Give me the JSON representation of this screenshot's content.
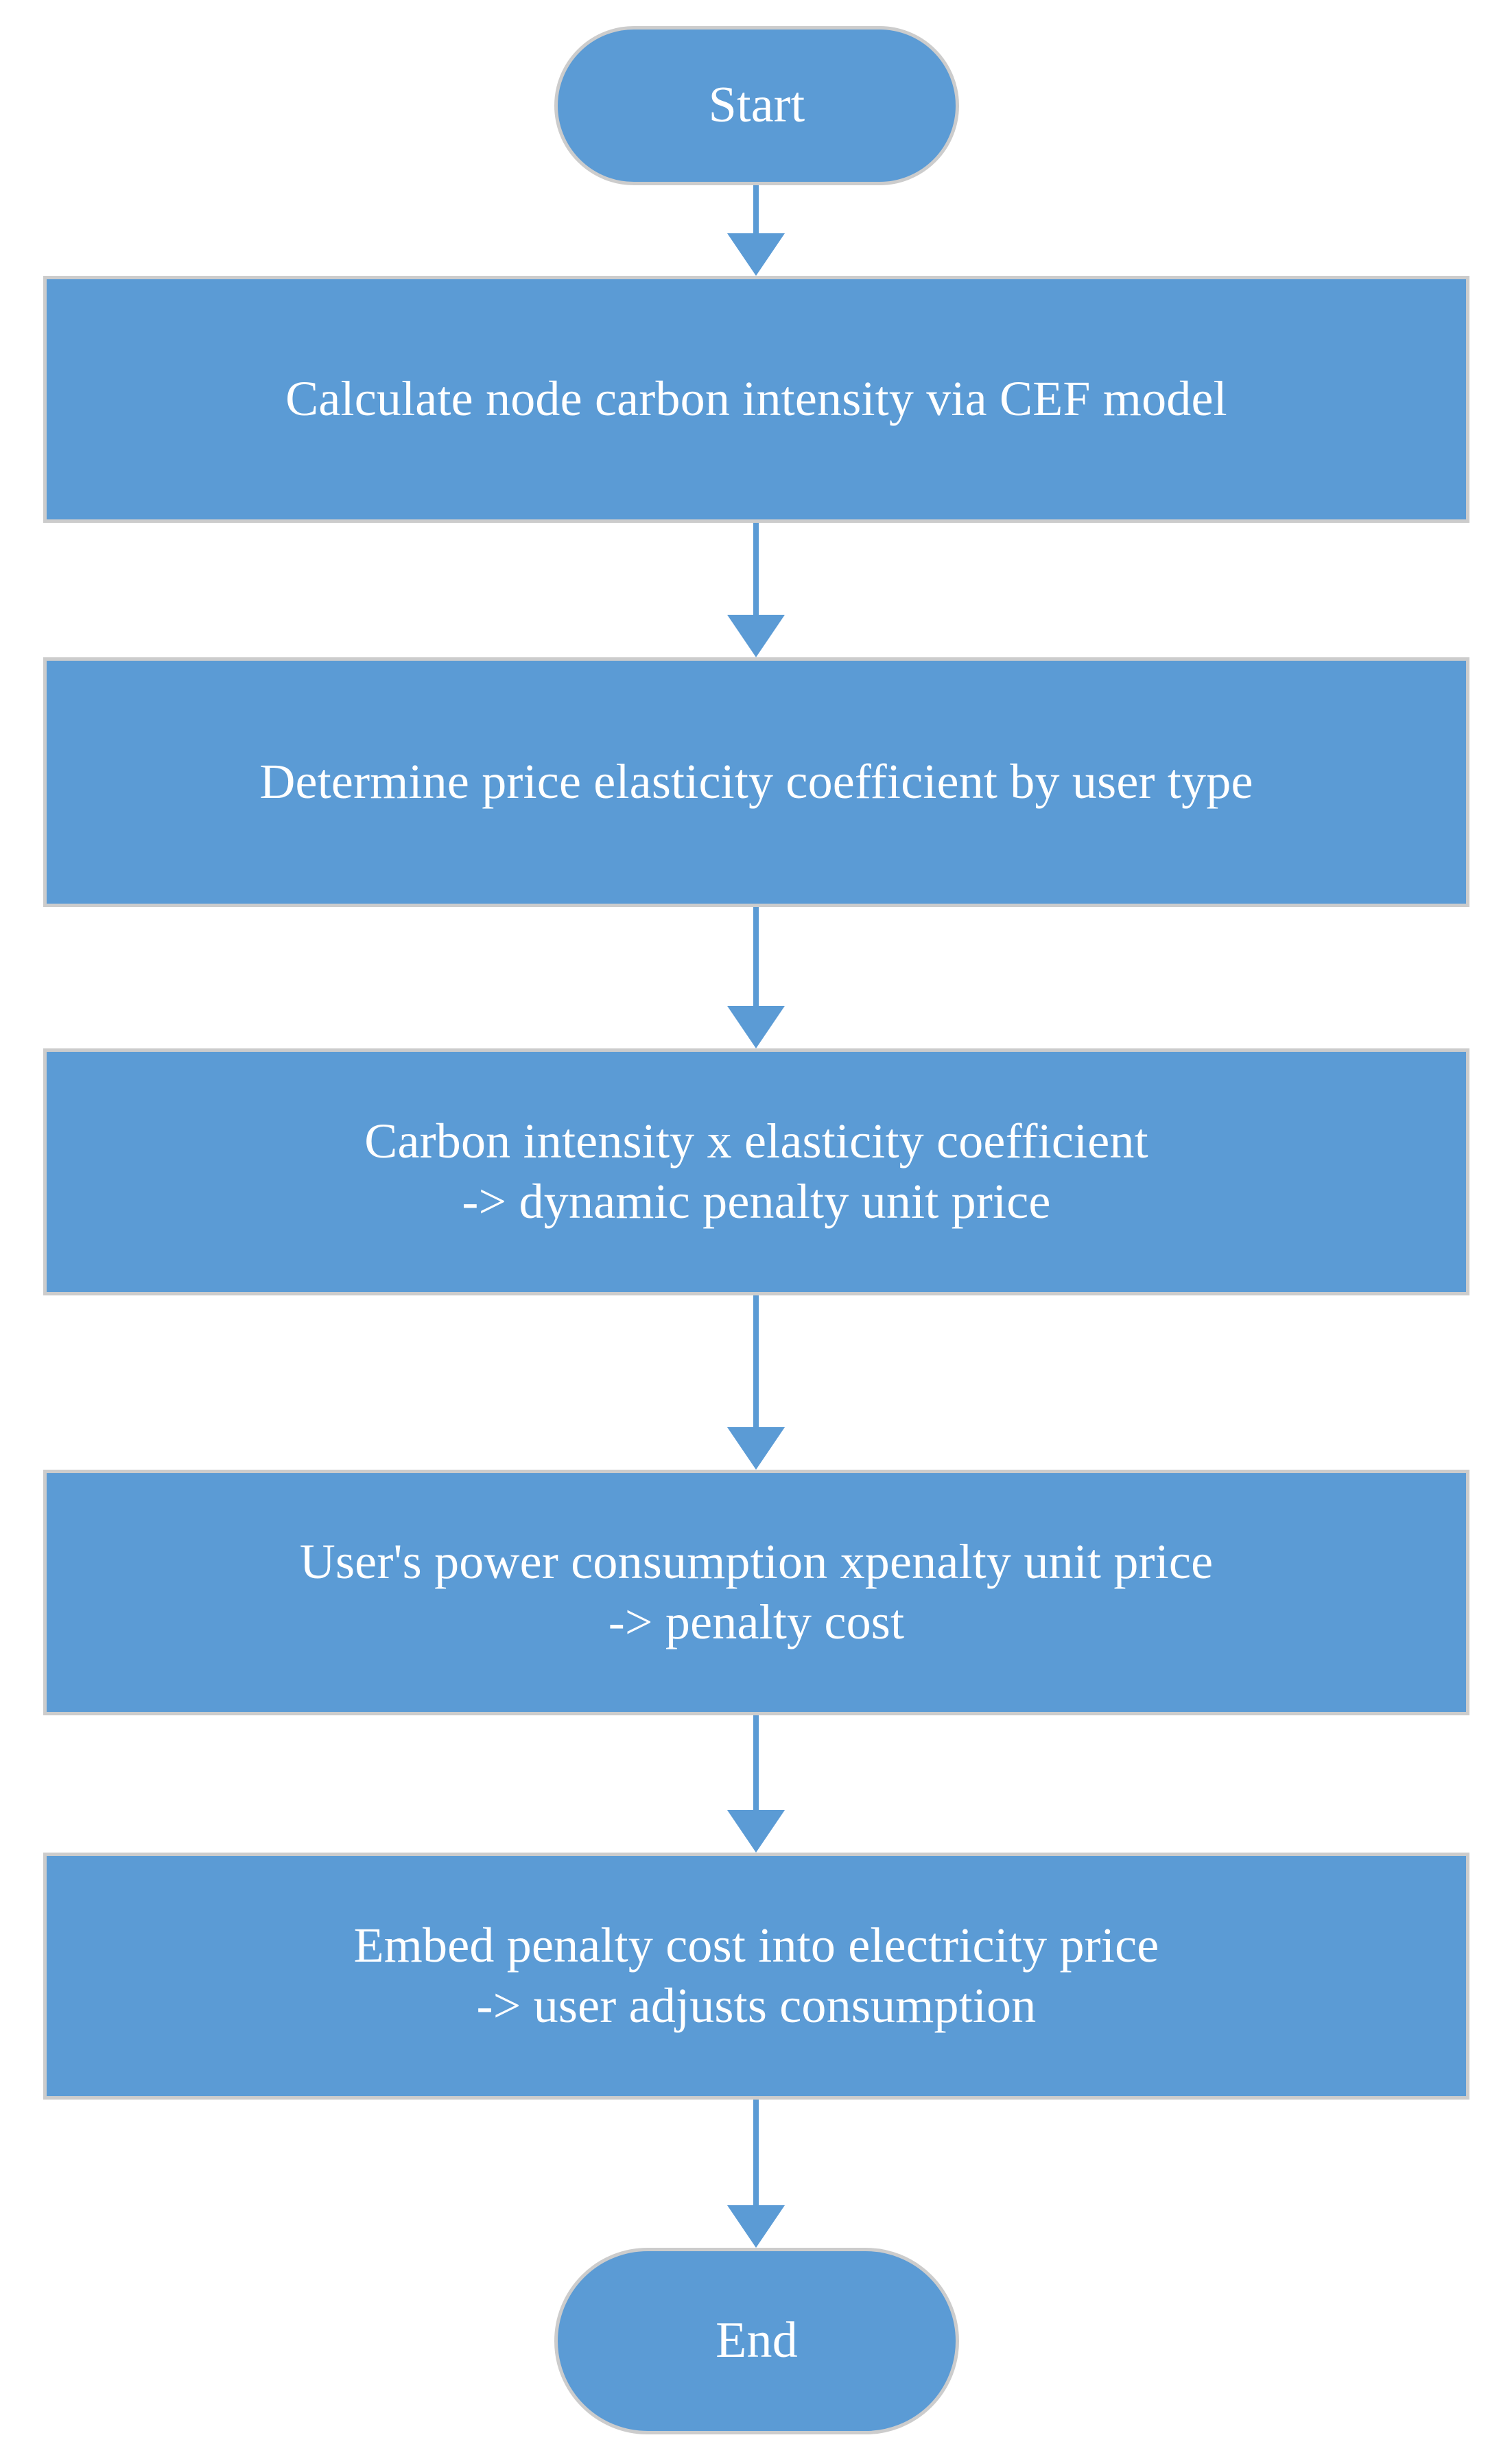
{
  "diagram": {
    "type": "flowchart",
    "orientation": "top-to-bottom",
    "colors": {
      "node_fill": "#5B9BD5",
      "node_border": "#CCCCCC",
      "node_text": "#FFFFFF",
      "connector": "#5B9BD5",
      "background": "#FFFFFF"
    },
    "nodes": [
      {
        "id": "start",
        "shape": "terminator",
        "label": "Start"
      },
      {
        "id": "step-1",
        "shape": "process",
        "label": "Calculate node carbon intensity via CEF model"
      },
      {
        "id": "step-2",
        "shape": "process",
        "label": "Determine price elasticity coefficient by user type"
      },
      {
        "id": "step-3",
        "shape": "process",
        "label": "Carbon intensity x elasticity coefficient\n-> dynamic penalty unit price"
      },
      {
        "id": "step-4",
        "shape": "process",
        "label": "User's power consumption xpenalty unit price\n-> penalty cost"
      },
      {
        "id": "step-5",
        "shape": "process",
        "label": "Embed penalty cost into electricity price\n-> user adjusts consumption"
      },
      {
        "id": "end",
        "shape": "terminator",
        "label": "End"
      }
    ],
    "edges": [
      {
        "id": "conn-1",
        "from": "start",
        "to": "step-1",
        "arrow": "down"
      },
      {
        "id": "conn-2",
        "from": "step-1",
        "to": "step-2",
        "arrow": "down"
      },
      {
        "id": "conn-3",
        "from": "step-2",
        "to": "step-3",
        "arrow": "down"
      },
      {
        "id": "conn-4",
        "from": "step-3",
        "to": "step-4",
        "arrow": "down"
      },
      {
        "id": "conn-5",
        "from": "step-4",
        "to": "step-5",
        "arrow": "down"
      },
      {
        "id": "conn-6",
        "from": "step-5",
        "to": "end",
        "arrow": "down"
      }
    ]
  }
}
